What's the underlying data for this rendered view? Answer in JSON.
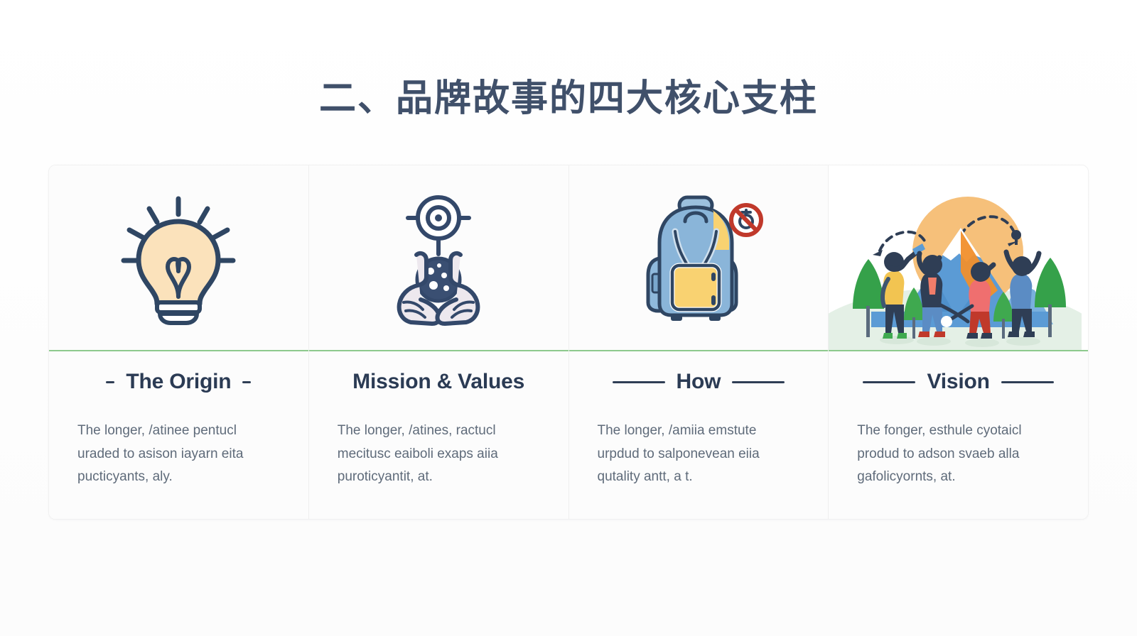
{
  "header": {
    "title": "二、品牌故事的四大核心支柱"
  },
  "colors": {
    "title": "#40506a",
    "card_title": "#2b3b54",
    "body_text": "#5f6b7a",
    "divider_green": "#8dc98d",
    "bulb_fill": "#fbe2bb",
    "bulb_stroke": "#2f4663",
    "backpack_blue": "#7fb0d6",
    "backpack_yellow": "#f9d271",
    "no_sign_red": "#c0392b",
    "vision_sun": "#f6c07a",
    "vision_mountain": "#5b9bd5",
    "vision_tree": "#35a14a",
    "card_bg": "#fcfcfc",
    "card_border": "#efefef"
  },
  "cards": [
    {
      "icon": "lightbulb-icon",
      "rule_style": "short",
      "title": "The Origin",
      "lines": [
        "The longer, /atinee pentucl",
        "uraded to asison iayarn eita",
        "pucticyants, aly."
      ]
    },
    {
      "icon": "hands-globe-icon",
      "rule_style": "none",
      "title": "Mission & Values",
      "lines": [
        "The longer, /atines, ractucl",
        "mecitusc eaiboli exaps aiia",
        "puroticyantit, at."
      ]
    },
    {
      "icon": "backpack-icon",
      "rule_style": "long",
      "title": "How",
      "lines": [
        "The longer, /amiia emstute",
        "urpdud to salponevean eiia",
        "qutality antt, a t."
      ]
    },
    {
      "icon": "mountain-vision-illustration",
      "rule_style": "long",
      "title": "Vision",
      "lines": [
        "The fonger, esthule cyotaicl",
        "produd to adson svaeb alla",
        "gafolicyornts, at."
      ]
    }
  ]
}
